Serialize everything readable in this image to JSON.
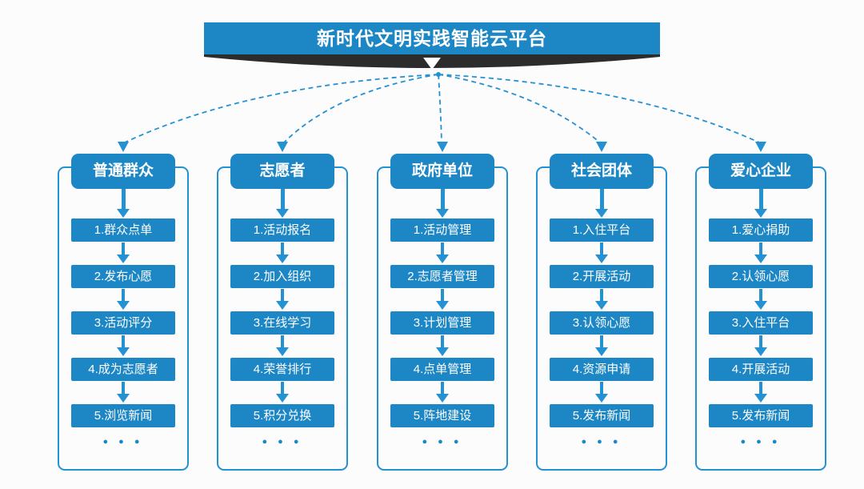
{
  "title": "新时代文明实践智能云平台",
  "columns": [
    {
      "header": "普通群众",
      "steps": [
        "1.群众点单",
        "2.发布心愿",
        "3.活动评分",
        "4.成为志愿者",
        "5.浏览新闻"
      ],
      "more": "● ● ●"
    },
    {
      "header": "志愿者",
      "steps": [
        "1.活动报名",
        "2.加入组织",
        "3.在线学习",
        "4.荣誉排行",
        "5.积分兑换"
      ],
      "more": "● ● ●"
    },
    {
      "header": "政府单位",
      "steps": [
        "1.活动管理",
        "2.志愿者管理",
        "3.计划管理",
        "4.点单管理",
        "5.阵地建设"
      ],
      "more": "● ● ●"
    },
    {
      "header": "社会团体",
      "steps": [
        "1.入住平台",
        "2.开展活动",
        "3.认领心愿",
        "4.资源申请",
        "5.发布新闻"
      ],
      "more": "● ● ●"
    },
    {
      "header": "爱心企业",
      "steps": [
        "1.爱心捐助",
        "2.认领心愿",
        "3.入住平台",
        "4.开展活动",
        "5.发布新闻"
      ],
      "more": "● ● ●"
    }
  ],
  "colors": {
    "primary_blue": "#1d87c6",
    "arrow_blue": "#2491d2",
    "ribbon_dark": "#2c2c2c",
    "background": "#fcfcfc",
    "text_on_blue": "#ffffff"
  }
}
